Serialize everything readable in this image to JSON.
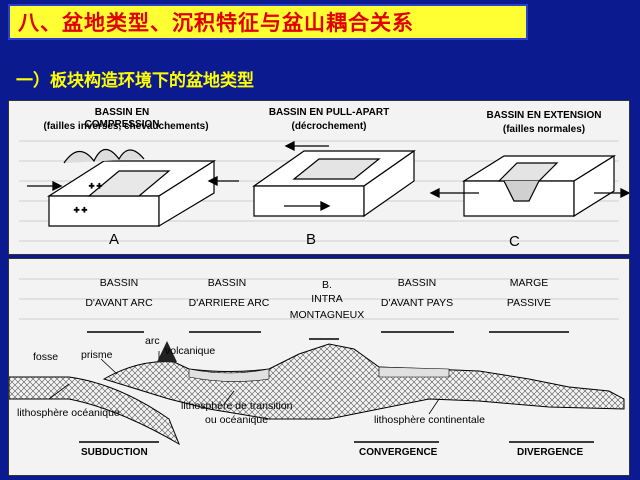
{
  "header": {
    "title": "八、盆地类型、沉积特征与盆山耦合关系",
    "subtitle": "一）板块构造环境下的盆地类型"
  },
  "top_panel": {
    "diagrams": [
      {
        "title": "BASSIN EN COMPRESSION",
        "subtitle": "(failles inverses, chevauchements)",
        "letter": "A"
      },
      {
        "title": "BASSIN EN PULL-APART",
        "subtitle": "(décrochement)",
        "letter": "B"
      },
      {
        "title": "BASSIN EN EXTENSION",
        "subtitle": "(failles normales)",
        "letter": "C"
      }
    ]
  },
  "bottom_panel": {
    "basins": [
      {
        "line1": "BASSIN",
        "line2": "D'AVANT ARC"
      },
      {
        "line1": "BASSIN",
        "line2": "D'ARRIERE ARC"
      },
      {
        "line1": "B.",
        "line2": "INTRA",
        "line3": "MONTAGNEUX"
      },
      {
        "line1": "BASSIN",
        "line2": "D'AVANT PAYS"
      },
      {
        "line1": "MARGE",
        "line2": "PASSIVE"
      }
    ],
    "features": {
      "arc": "arc",
      "volcanique": "volcanique",
      "fosse": "fosse",
      "prisme": "prisme",
      "litho_oceanique": "lithosphère océanique",
      "litho_transition_1": "lithosphère de transition",
      "litho_transition_2": "ou océanique",
      "litho_continentale": "lithosphère continentale"
    },
    "regions": {
      "subduction": "SUBDUCTION",
      "convergence": "CONVERGENCE",
      "divergence": "DIVERGENCE"
    }
  },
  "colors": {
    "background": "#0b1a8f",
    "title_bg": "#ffff33",
    "title_text": "#e00000",
    "subtitle_text": "#ffff00"
  }
}
